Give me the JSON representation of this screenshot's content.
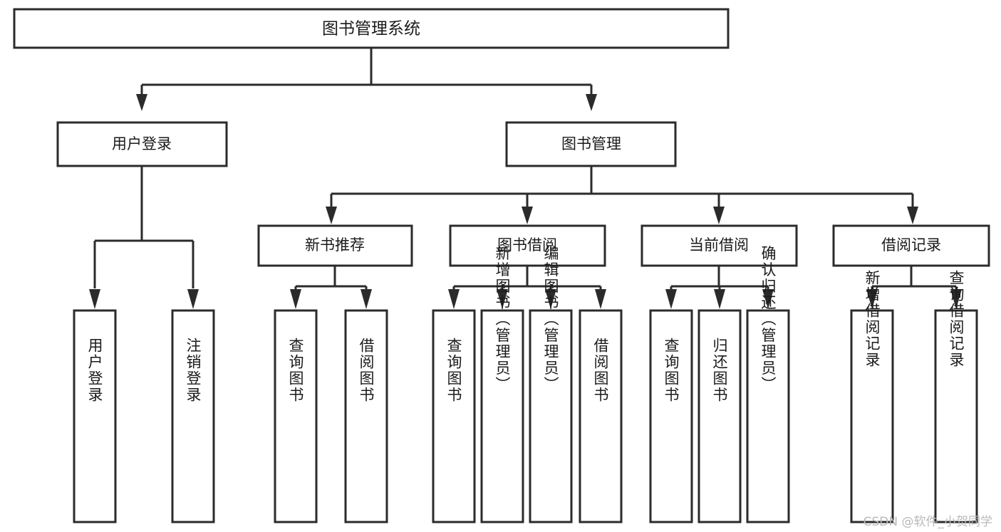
{
  "diagram": {
    "type": "tree-hierarchy-chart",
    "title": "图书管理系统",
    "orientation": "top-down",
    "levels": 4,
    "root": {
      "id": "root",
      "label": "图书管理系统",
      "text_orientation": "horizontal"
    },
    "level2": [
      {
        "id": "user-login",
        "label": "用户登录",
        "text_orientation": "horizontal"
      },
      {
        "id": "book-management",
        "label": "图书管理",
        "text_orientation": "horizontal"
      }
    ],
    "level3": [
      {
        "id": "new-book-recommend",
        "label": "新书推荐",
        "parent": "book-management",
        "text_orientation": "horizontal"
      },
      {
        "id": "book-borrow",
        "label": "图书借阅",
        "parent": "book-management",
        "text_orientation": "horizontal"
      },
      {
        "id": "current-borrow",
        "label": "当前借阅",
        "parent": "book-management",
        "text_orientation": "horizontal"
      },
      {
        "id": "borrow-record",
        "label": "借阅记录",
        "parent": "book-management",
        "text_orientation": "horizontal"
      }
    ],
    "leaves": [
      {
        "id": "leaf-user-login",
        "label": "用户登录",
        "parent": "user-login",
        "text_orientation": "vertical"
      },
      {
        "id": "leaf-user-logout",
        "label": "注销登录",
        "parent": "user-login",
        "text_orientation": "vertical"
      },
      {
        "id": "leaf-query-book-1",
        "label": "查询图书",
        "parent": "new-book-recommend",
        "text_orientation": "vertical"
      },
      {
        "id": "leaf-borrow-book-1",
        "label": "借阅图书",
        "parent": "new-book-recommend",
        "text_orientation": "vertical"
      },
      {
        "id": "leaf-query-book-2",
        "label": "查询图书",
        "parent": "book-borrow",
        "text_orientation": "vertical"
      },
      {
        "id": "leaf-add-book",
        "label": "新增图书（管理员）",
        "parent": "book-borrow",
        "text_orientation": "vertical"
      },
      {
        "id": "leaf-edit-book",
        "label": "编辑图书（管理员）",
        "parent": "book-borrow",
        "text_orientation": "vertical"
      },
      {
        "id": "leaf-borrow-book-2",
        "label": "借阅图书",
        "parent": "book-borrow",
        "text_orientation": "vertical"
      },
      {
        "id": "leaf-query-book-3",
        "label": "查询图书",
        "parent": "current-borrow",
        "text_orientation": "vertical"
      },
      {
        "id": "leaf-return-book",
        "label": "归还图书",
        "parent": "current-borrow",
        "text_orientation": "vertical"
      },
      {
        "id": "leaf-confirm-return",
        "label": "确认归还（管理员）",
        "parent": "current-borrow",
        "text_orientation": "vertical"
      },
      {
        "id": "leaf-add-record",
        "label": "新增借阅记录",
        "parent": "borrow-record",
        "text_orientation": "vertical"
      },
      {
        "id": "leaf-query-record",
        "label": "查询借阅记录",
        "parent": "borrow-record",
        "text_orientation": "vertical"
      }
    ]
  },
  "watermark": {
    "text": "CSDN @软件_小贺同学"
  },
  "colors": {
    "background": "#ffffff",
    "box_stroke": "#2b2b2b",
    "box_fill": "#ffffff",
    "text": "#1a1a1a",
    "watermark": "#b9b9b9"
  }
}
